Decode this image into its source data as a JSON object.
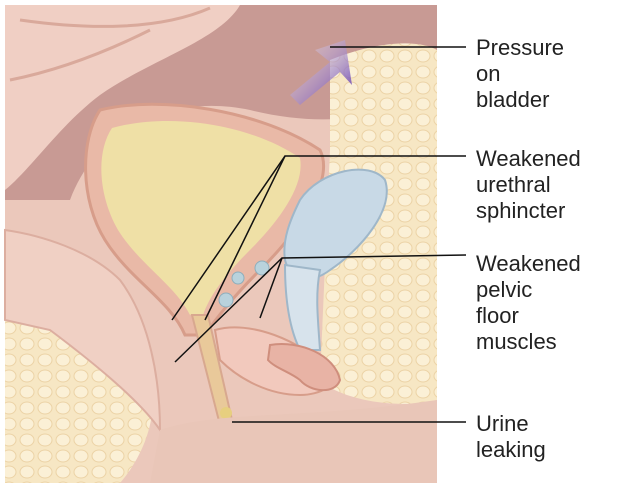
{
  "labels": {
    "pressure": "Pressure\non\nbladder",
    "urethral": "Weakened\nurethral\nsphincter",
    "pelvic": "Weakened\npelvic\nfloor\nmuscles",
    "urine": "Urine\nleaking"
  },
  "colors": {
    "tissue": "#e8bfb1",
    "bladder": "#efe0a6",
    "fat": "#f6e4bf",
    "organ": "#c89a94",
    "arrow": "#6a3fb0",
    "rectum": "#c8d9e6"
  }
}
